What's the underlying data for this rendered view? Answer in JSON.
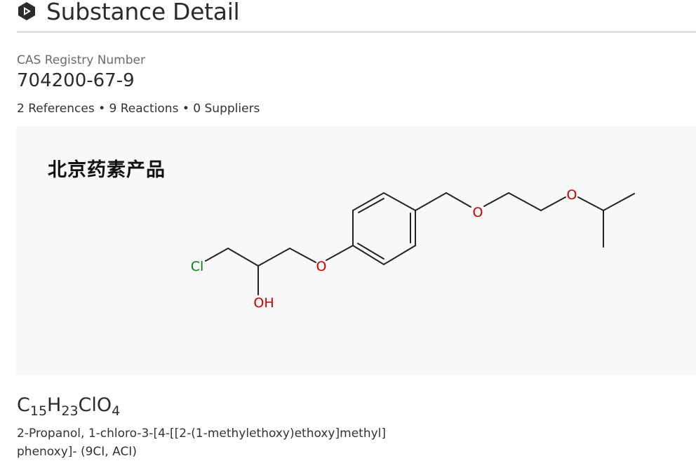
{
  "header": {
    "title": "Substance Detail",
    "icon": "substance-logo-icon"
  },
  "substance": {
    "cas_label": "CAS Registry Number",
    "cas_number": "704200-67-9",
    "counts": {
      "references": "2 References",
      "reactions": "9 Reactions",
      "suppliers": "0 Suppliers",
      "separator": " • "
    },
    "formula": {
      "parts": [
        "C",
        "15",
        "H",
        "23",
        "ClO",
        "4"
      ]
    },
    "name_line1": "2-Propanol, 1-chloro-3-[4-[[2-(1-methylethoxy)ethoxy]methyl]",
    "name_line2": "phenoxy]- (9CI, ACI)"
  },
  "structure": {
    "watermark": "北京药素产品",
    "atoms": {
      "cl": "Cl",
      "oh": "OH",
      "o1": "O",
      "o2": "O",
      "o3": "O"
    },
    "colors": {
      "bond": "#222222",
      "oxygen": "#cc0000",
      "chlorine": "#00801a"
    }
  }
}
